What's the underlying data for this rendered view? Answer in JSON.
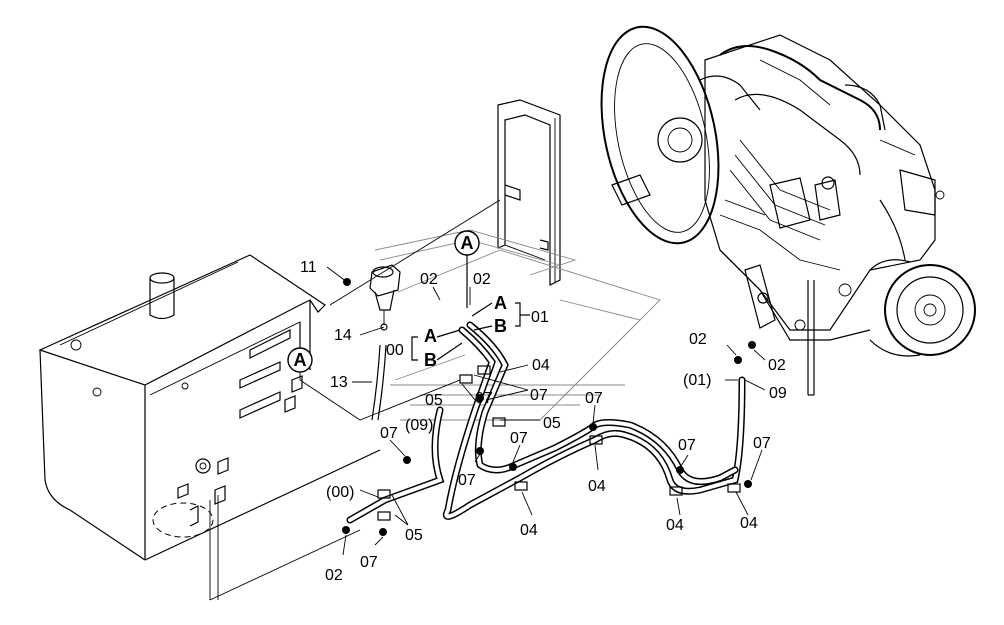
{
  "labels": {
    "l_11": "11",
    "l_02_a": "02",
    "l_02_b": "02",
    "l_A_top": "A",
    "l_01": "01",
    "l_B_top": "B",
    "l_14": "14",
    "l_A_mid": "A",
    "l_00": "00",
    "l_B_mid": "B",
    "l_04_a": "04",
    "l_13": "13",
    "l_07_a": "07",
    "l_05_a": "05",
    "l_07_b": "07",
    "l_09_paren": "(09)",
    "l_05_b": "05",
    "l_07_c": "07",
    "l_07_d": "07",
    "l_07_e": "07",
    "l_07_f": "07",
    "l_04_b": "04",
    "l_04_c": "04",
    "l_04_d": "04",
    "l_04_e": "04",
    "l_00_paren": "(00)",
    "l_05_c": "05",
    "l_07_g": "07",
    "l_02_c": "02",
    "l_02_d": "02",
    "l_02_e": "02",
    "l_01_paren": "(01)",
    "l_09": "09",
    "l_07_h": "07",
    "l_07_i": "07"
  },
  "callouts": {
    "circle_A_upper": "A",
    "circle_A_lower": "A"
  }
}
